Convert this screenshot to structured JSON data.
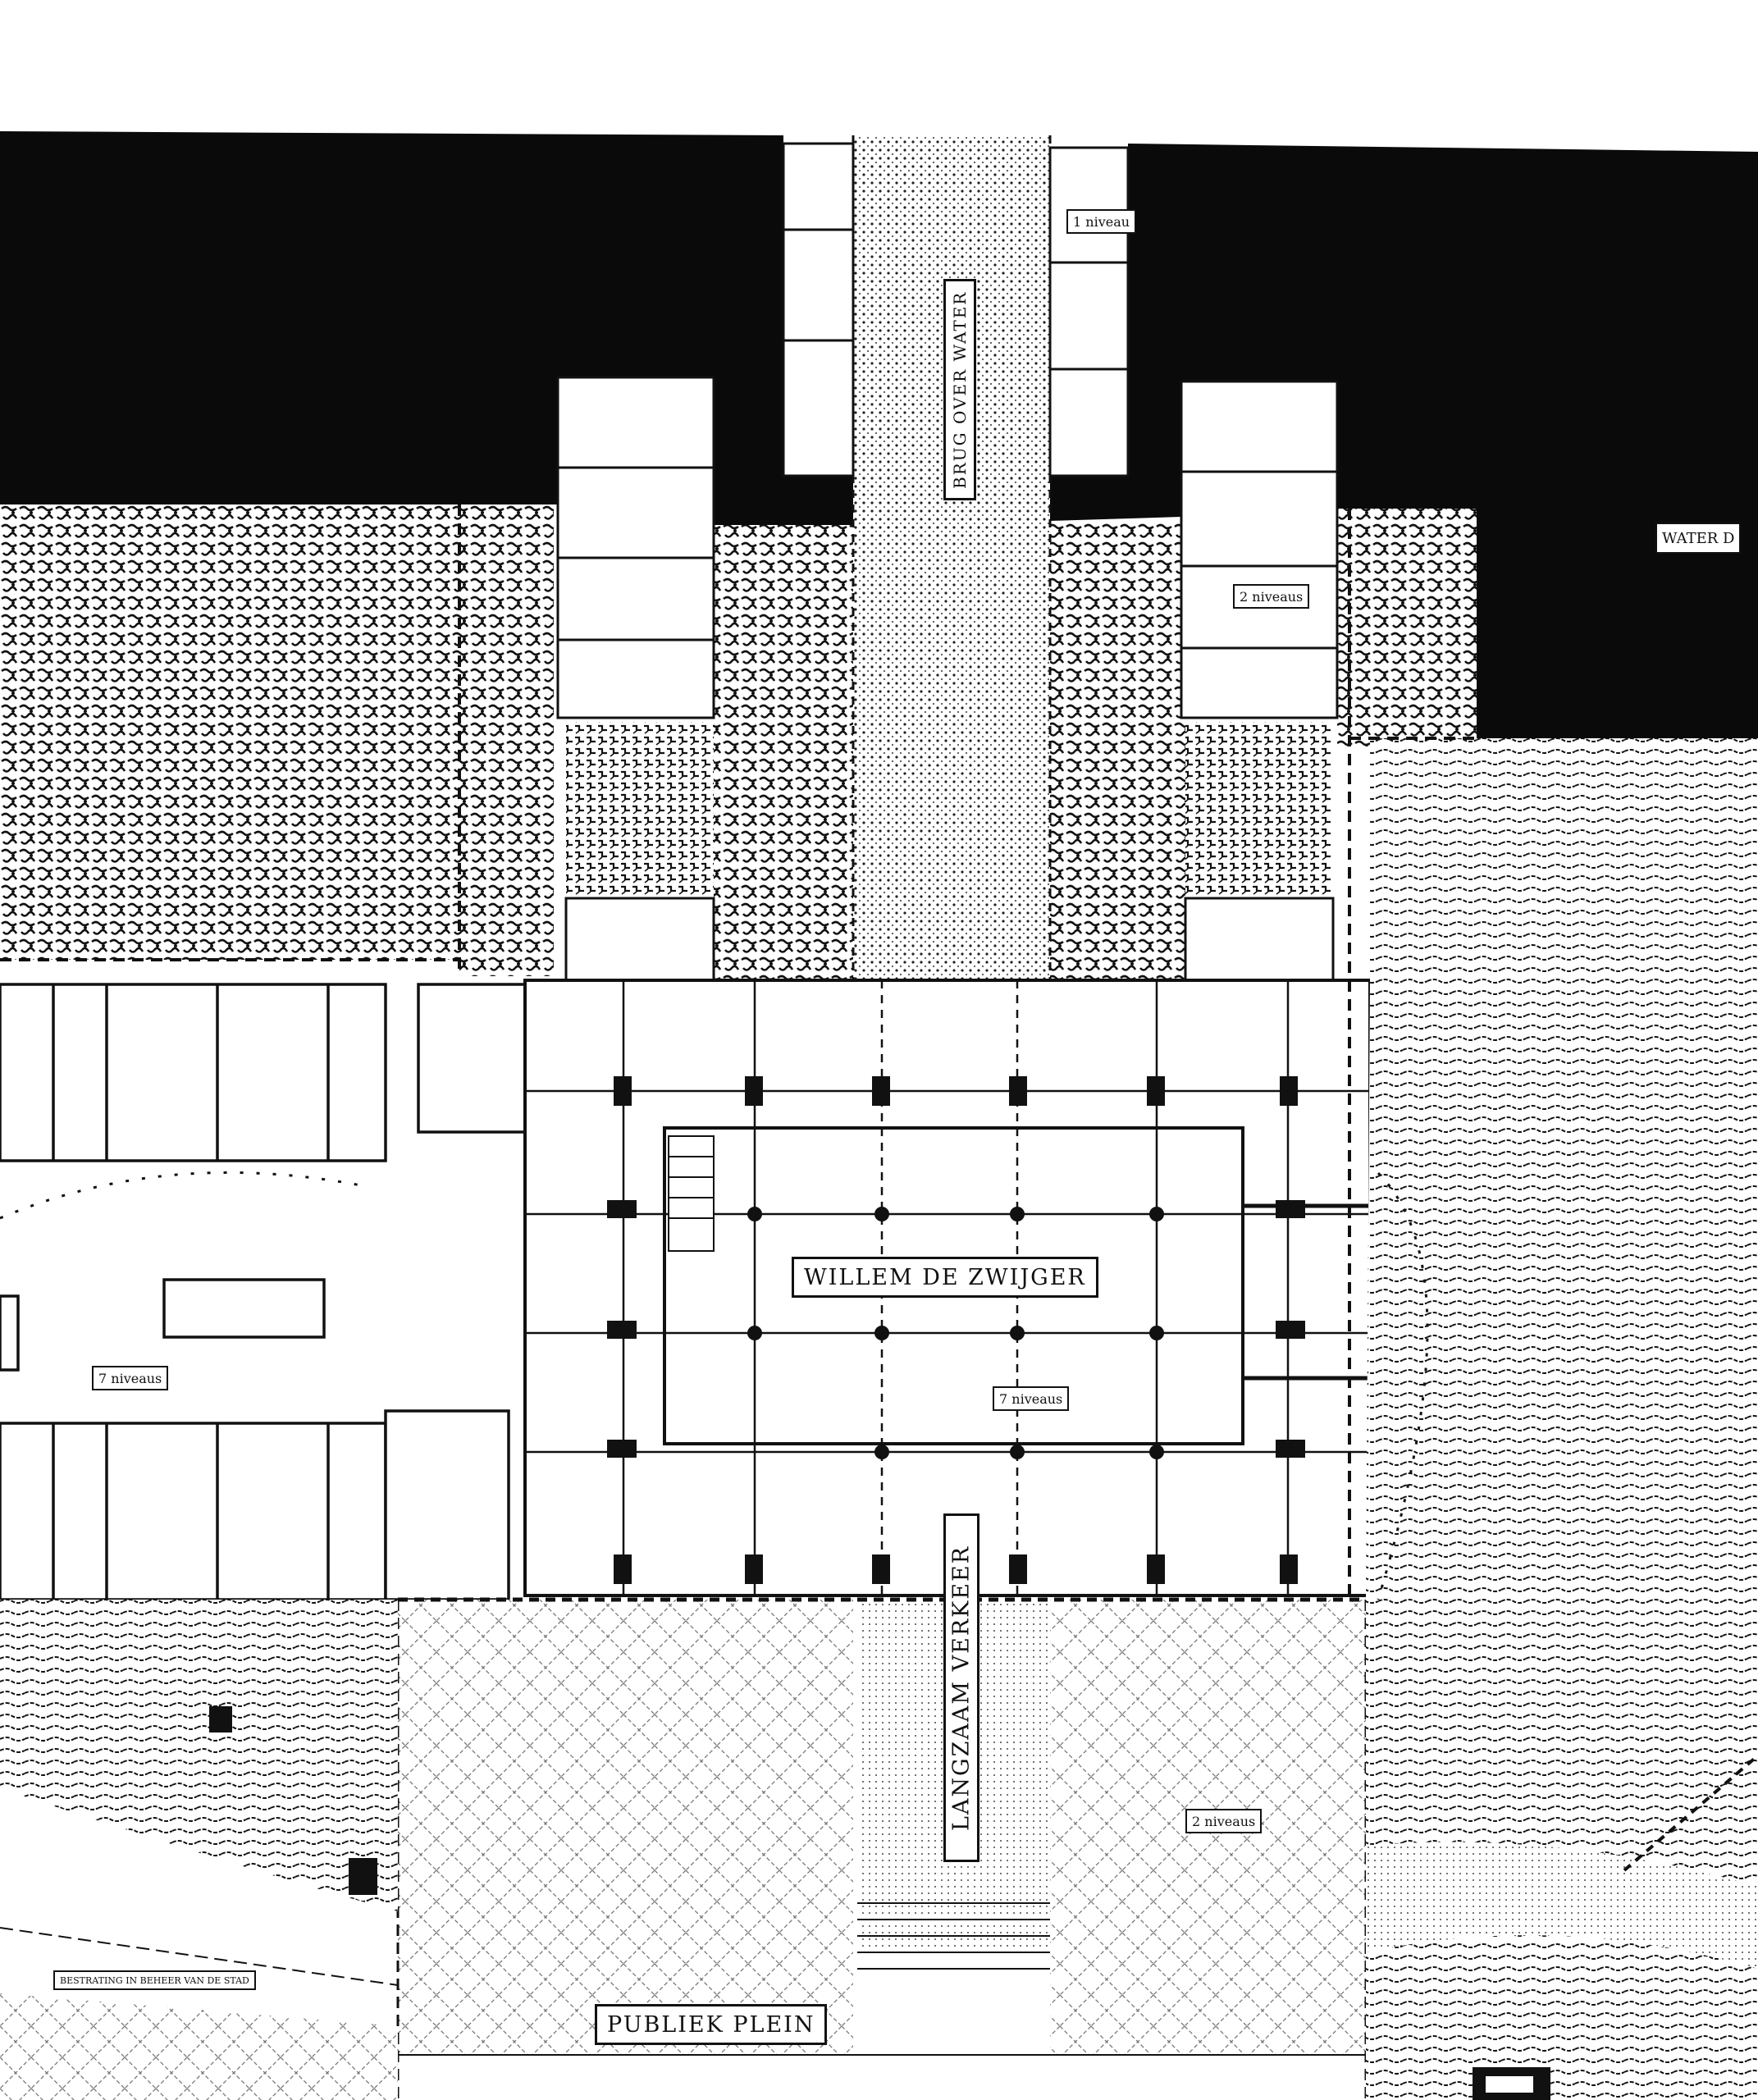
{
  "labels": {
    "brug_over_water": "BRUG OVER WATER",
    "water": "WATER D",
    "willem_de_zwijger": "WILLEM DE ZWIJGER",
    "langzaam_verkeer": "LANGZAAM VERKEER",
    "publiek_plein": "PUBLIEK PLEIN",
    "niveau_1": "1 niveau",
    "niveaus_2_top": "2 niveaus",
    "niveaus_7_left": "7 niveaus",
    "niveaus_7_center": "7 niveaus",
    "niveaus_2_bottom": "2 niveaus",
    "bestrating": "BESTRATING IN BEHEER VAN DE STAD"
  },
  "colors": {
    "ink": "#111111",
    "paper": "#ffffff",
    "water": "#0a0a0a"
  }
}
